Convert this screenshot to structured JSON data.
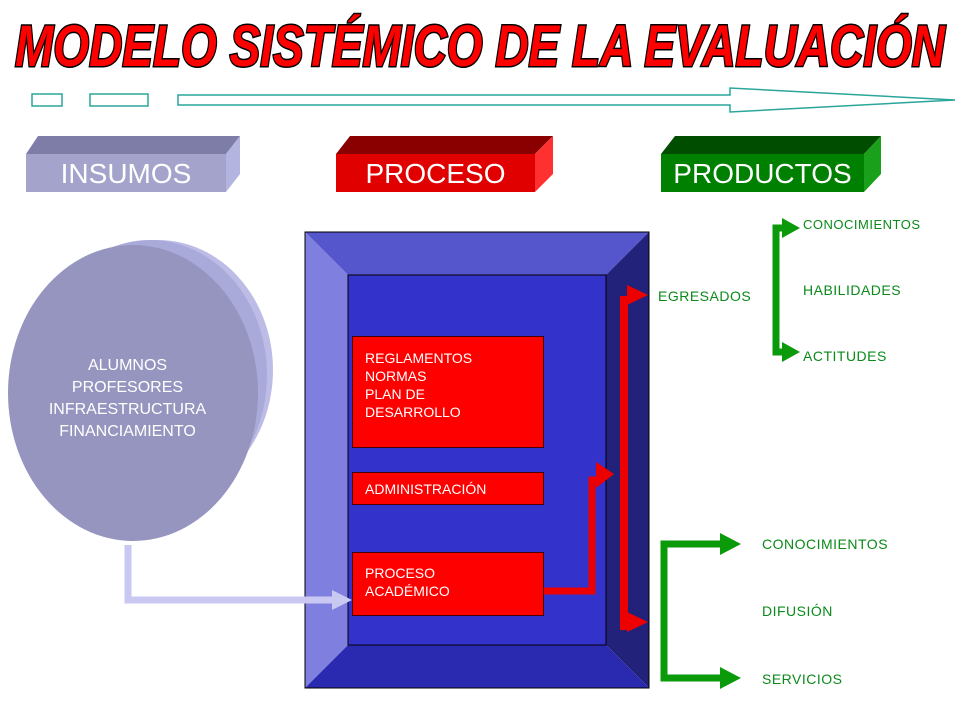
{
  "title": "MODELO SISTÉMICO DE LA EVALUACIÓN",
  "headers": {
    "insumos": "INSUMOS",
    "proceso": "PROCESO",
    "productos": "PRODUCTOS"
  },
  "insumos_items": [
    "ALUMNOS",
    "PROFESORES",
    "INFRAESTRUCTURA",
    "FINANCIAMIENTO"
  ],
  "proceso_boxes": {
    "reglamentos": [
      "REGLAMENTOS",
      "NORMAS",
      "PLAN DE",
      "DESARROLLO"
    ],
    "administracion": "ADMINISTRACIÓN",
    "academico": [
      "PROCESO",
      "ACADÉMICO"
    ]
  },
  "productos": {
    "egresados": "EGRESADOS",
    "egresados_items": [
      "CONOCIMIENTOS",
      "HABILIDADES",
      "ACTITUDES"
    ],
    "otros_items": [
      "CONOCIMIENTOS",
      "DIFUSIÓN",
      "SERVICIOS"
    ]
  },
  "colors": {
    "title_fill": "#ff0000",
    "insumos": "#9a9ac8",
    "proceso_header": "#e00000",
    "productos_header": "#008000",
    "frame": "#3333cc",
    "red_box": "#ff0000",
    "green_text": "#0b8a1a"
  }
}
